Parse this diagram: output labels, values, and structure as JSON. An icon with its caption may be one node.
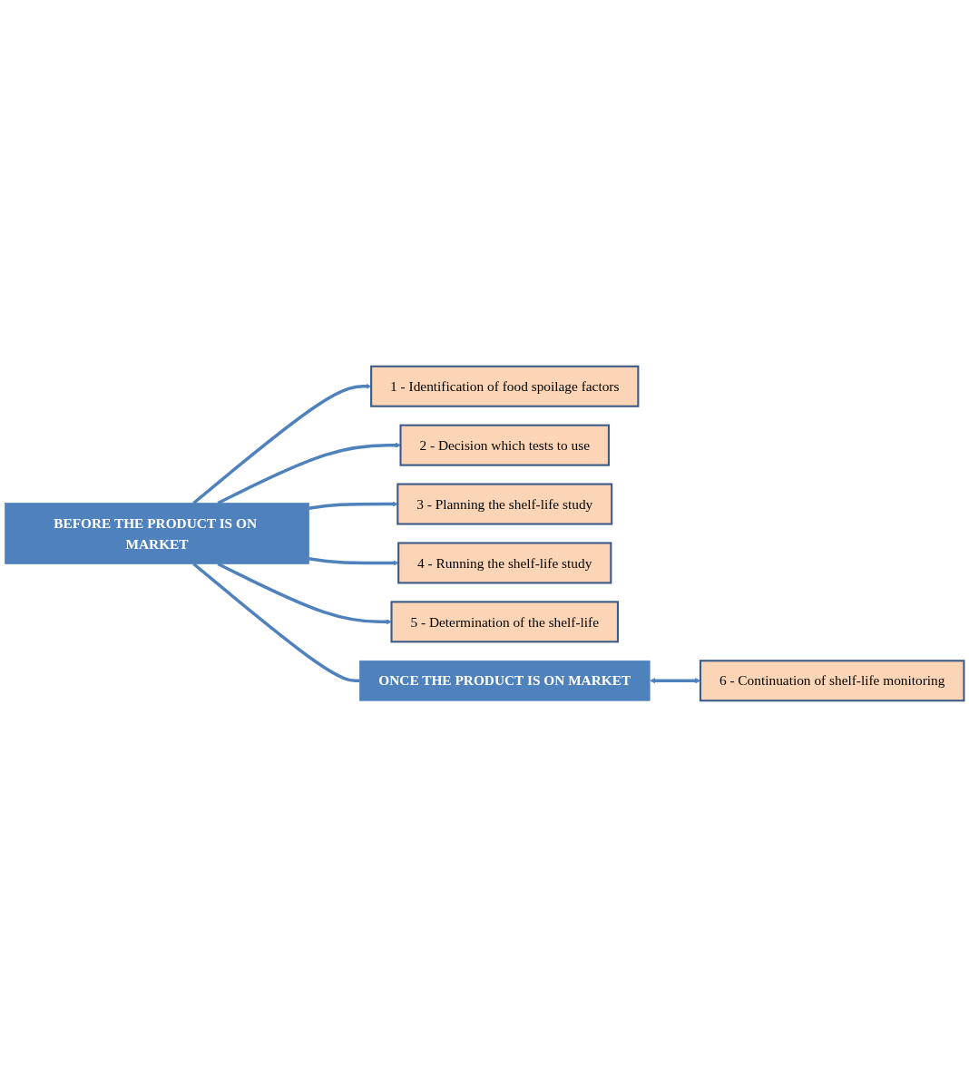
{
  "diagram": {
    "nodes": [
      {
        "text": [
          "BEFORE THE PRODUCT IS ON MARKET"
        ]
      },
      {
        "text": [
          "1 - Identification of food spoilage factors"
        ]
      },
      {
        "text": [
          "2 - Decision which tests to use"
        ]
      },
      {
        "text": [
          "3 - Planning the shelf-life study"
        ]
      },
      {
        "text": [
          "4 - Running the shelf-life study"
        ]
      },
      {
        "text": [
          "5 - Determination of the shelf-life"
        ]
      },
      {
        "text": [
          "ONCE THE PRODUCT IS ON MARKET"
        ]
      },
      {
        "text": [
          "6 - Continuation of shelf-life monitoring"
        ]
      }
    ],
    "edges": [
      {
        "from": 0,
        "to": 1,
        "arrow": "to"
      },
      {
        "from": 0,
        "to": 2,
        "arrow": "to"
      },
      {
        "from": 0,
        "to": 3,
        "arrow": "to"
      },
      {
        "from": 0,
        "to": 4,
        "arrow": "to"
      },
      {
        "from": 0,
        "to": 5,
        "arrow": "to"
      },
      {
        "from": 0,
        "to": 6,
        "arrow": "none"
      },
      {
        "from": 6,
        "to": 7,
        "arrow": "both"
      }
    ]
  }
}
